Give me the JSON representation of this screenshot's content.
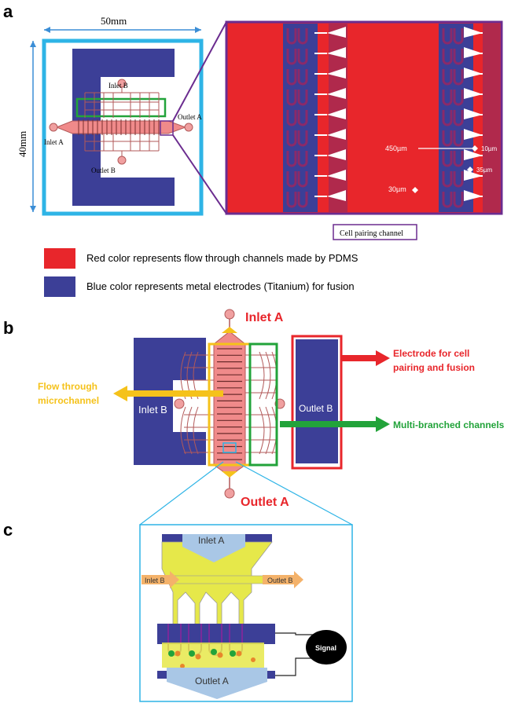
{
  "panels": {
    "a": "a",
    "b": "b",
    "c": "c"
  },
  "panel_a": {
    "width_label": "50mm",
    "height_label": "40mm",
    "inlet_a": "Inlet A",
    "inlet_b": "Inlet B",
    "outlet_a": "Outlet A",
    "outlet_b": "Outlet B",
    "dim_450": "450µm",
    "dim_10": "10µm",
    "dim_35": "35µm",
    "dim_30": "30µm",
    "caption": "Cell pairing channel"
  },
  "legend": [
    {
      "color": "#e8262b",
      "text": "Red color represents flow through channels made by PDMS"
    },
    {
      "color": "#3c3f97",
      "text": "Blue color represents metal electrodes (Titanium) for fusion"
    }
  ],
  "panel_b": {
    "inlet_a": "Inlet A",
    "outlet_a": "Outlet A",
    "inlet_b": "Inlet B",
    "outlet_b": "Outlet B",
    "flow_line1": "Flow through",
    "flow_line2": "microchannel",
    "electrode_line1": "Electrode for cell",
    "electrode_line2": "pairing and fusion",
    "branched": "Multi-branched channels"
  },
  "panel_c": {
    "inlet_a": "Inlet A",
    "inlet_b": "Inlet B",
    "outlet_b": "Outlet B",
    "outlet_a": "Outlet A",
    "signal": "Signal"
  },
  "colors": {
    "pdms_red": "#e8262b",
    "electrode_blue": "#3c3f97",
    "cyan_frame": "#2eb4e6",
    "purple_frame": "#6b2c8f",
    "green": "#22a33a",
    "yellow": "#f5c21b",
    "channel_yellow": "#e6e84a"
  }
}
